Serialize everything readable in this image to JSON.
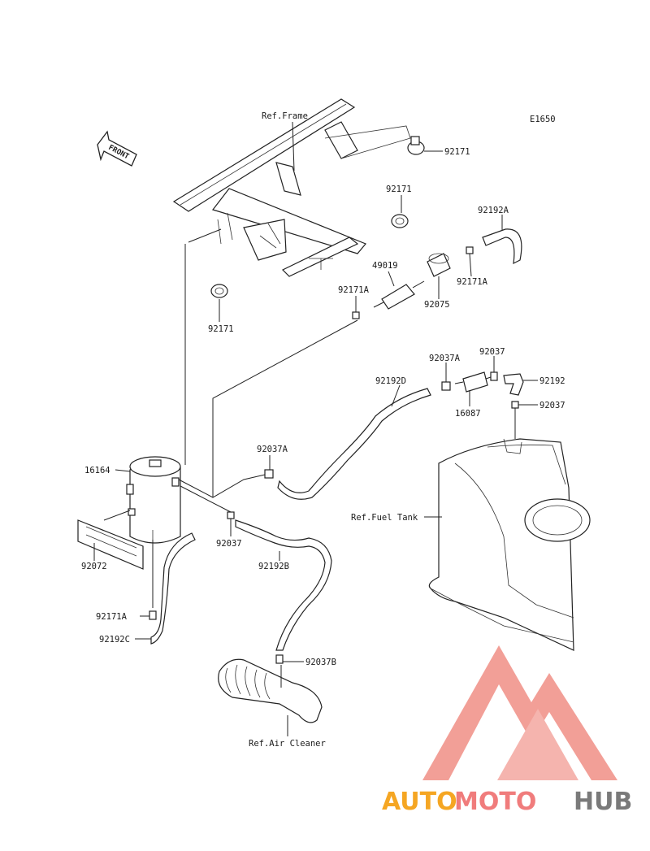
{
  "diagram_code": "E1650",
  "front_label": "FRONT",
  "refs": {
    "frame": "Ref.Frame",
    "fuel_tank": "Ref.Fuel Tank",
    "air_cleaner": "Ref.Air Cleaner"
  },
  "parts": {
    "p92171_top": "92171",
    "p92171_mid": "92171",
    "p92171_left": "92171",
    "p92192A": "92192A",
    "p49019": "49019",
    "p92171A_1": "92171A",
    "p92171A_2": "92171A",
    "p92075": "92075",
    "p92037A_1": "92037A",
    "p92037_1": "92037",
    "p92192D": "92192D",
    "p92192": "92192",
    "p92037_2": "92037",
    "p16087": "16087",
    "p92037A_2": "92037A",
    "p16164": "16164",
    "p92037_3": "92037",
    "p92192B": "92192B",
    "p92072": "92072",
    "p92171A_3": "92171A",
    "p92192C": "92192C",
    "p92037B": "92037B"
  },
  "watermark": {
    "auto": "AUTO",
    "moto": "MOTO",
    "hub": "HUB",
    "colors": {
      "auto": "#f5a623",
      "moto": "#f07c7c",
      "hub": "#7a7a7a",
      "logo": "#f08f86"
    }
  }
}
